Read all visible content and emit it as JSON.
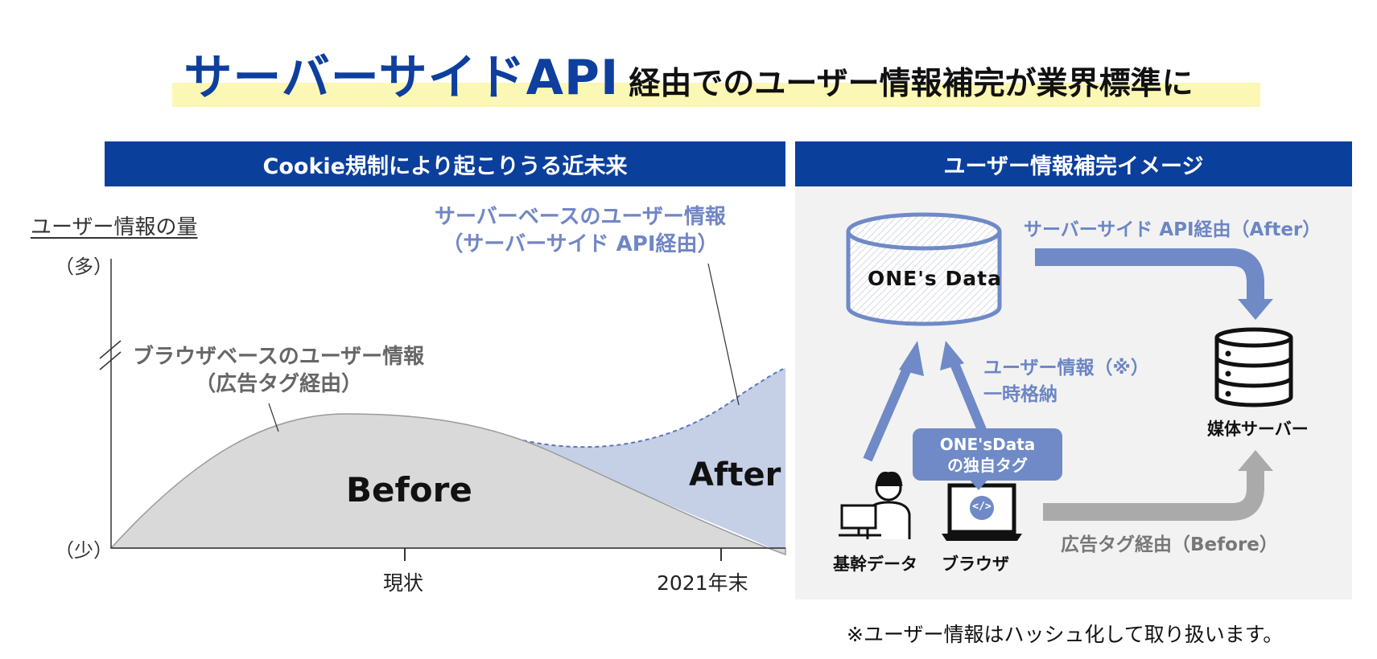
{
  "title": {
    "accent": "サーバーサイドAPI",
    "rest": "経由でのユーザー情報補完が業界標準に"
  },
  "left_panel": {
    "header": "Cookie規制により起こりうる近未来",
    "y_axis_label": "ユーザー情報の量",
    "y_high": "（多）",
    "y_low": "（少）",
    "browser_based_line1": "ブラウザベースのユーザー情報",
    "browser_based_line2": "（広告タグ経由）",
    "server_based_line1": "サーバーベースのユーザー情報",
    "server_based_line2": "（サーバーサイド API経由）",
    "before": "Before",
    "after": "After",
    "tick_now": "現状",
    "tick_end": "2021年末"
  },
  "right_panel": {
    "header": "ユーザー情報補完イメージ",
    "database_label": "ONE's Data",
    "after_route": "サーバーサイド API経由（After）",
    "temp_store_line1": "ユーザー情報（※）",
    "temp_store_line2": "一時格納",
    "media_server": "媒体サーバー",
    "before_route": "広告タグ経由（Before）",
    "core_data": "基幹データ",
    "browser": "ブラウザ",
    "bubble_line1": "ONE'sData",
    "bubble_line2": "の独自タグ",
    "code_glyph": "</>"
  },
  "footnote": "※ユーザー情報はハッシュ化して取り扱います。",
  "colors": {
    "navy": "#0b3f9c",
    "title_blue": "#0e3f9e",
    "highlight": "#fbf7b4",
    "accent_blue": "#6f8ac6",
    "before_gray": "#d9d9d9",
    "after_fill": "#c5cfe6",
    "arrow_gray": "#aaaaaa"
  },
  "icons": [
    "database-icon",
    "server-icon",
    "person-at-computer-icon",
    "laptop-icon",
    "code-icon"
  ]
}
